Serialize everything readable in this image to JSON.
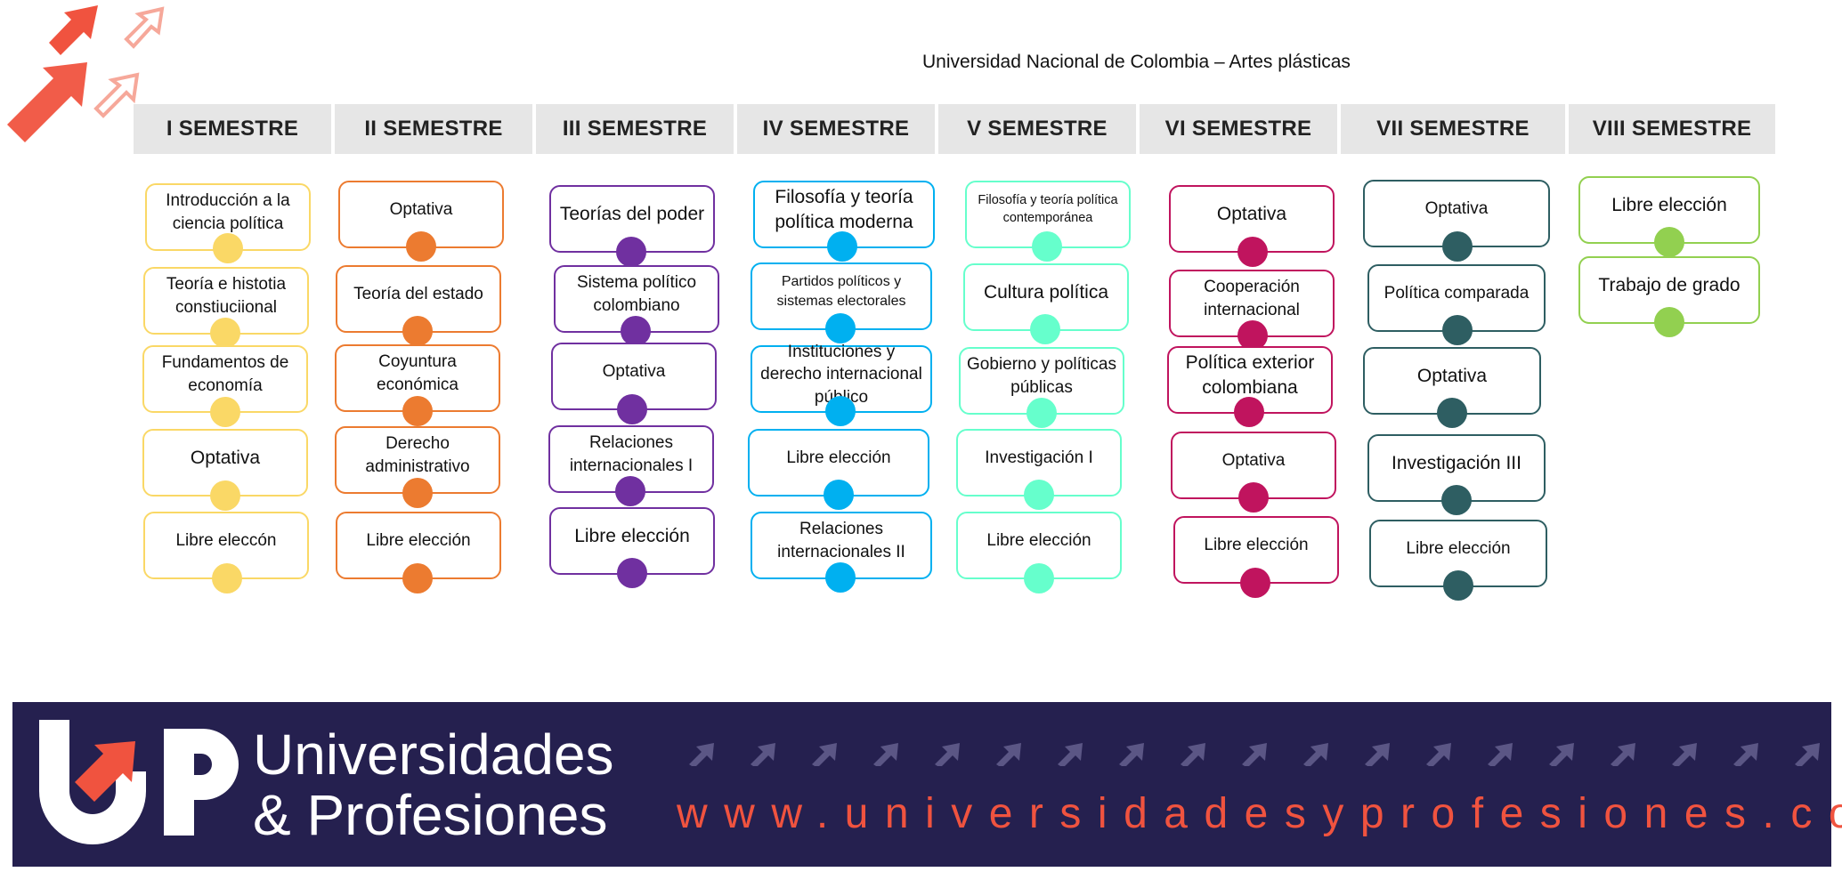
{
  "header": {
    "title": "Universidad Nacional de Colombia – Artes plásticas"
  },
  "semesters": [
    {
      "title": "I SEMESTRE",
      "color": "#fad866",
      "courses": [
        "Introducción a la ciencia política",
        "Teoría e histotia constiuciional",
        "Fundamentos de economía",
        "Optativa",
        "Libre eleccón"
      ]
    },
    {
      "title": "II SEMESTRE",
      "color": "#ec7b30",
      "courses": [
        "Optativa",
        "Teoría del estado",
        "Coyuntura económica",
        "Derecho administrativo",
        "Libre elección"
      ]
    },
    {
      "title": "III SEMESTRE",
      "color": "#7030a0",
      "courses": [
        "Teorías del poder",
        "Sistema político colombiano",
        "Optativa",
        "Relaciones internacionales I",
        "Libre elección"
      ]
    },
    {
      "title": "IV SEMESTRE",
      "color": "#00b0f0",
      "courses": [
        "Filosofía y teoría política moderna",
        "Partidos políticos y sistemas electorales",
        "Instituciones y derecho internacional público",
        "Libre elección",
        "Relaciones internacionales II"
      ]
    },
    {
      "title": "V SEMESTRE",
      "color": "#66ffcc",
      "courses": [
        "Filosofía y teoría política contemporánea",
        "Cultura política",
        "Gobierno y políticas públicas",
        "Investigación I",
        "Libre elección"
      ]
    },
    {
      "title": "VI SEMESTRE",
      "color": "#c0145e",
      "courses": [
        "Optativa",
        "Cooperación internacional",
        "Política exterior colombiana",
        "Optativa",
        "Libre elección"
      ]
    },
    {
      "title": "VII SEMESTRE",
      "color": "#2e5e62",
      "courses": [
        "Optativa",
        "Política comparada",
        "Optativa",
        "Investigación III",
        "Libre elección"
      ]
    },
    {
      "title": "VIII SEMESTRE",
      "color": "#92d050",
      "courses": [
        "Libre elección",
        "Trabajo de grado"
      ]
    }
  ],
  "footer": {
    "brand_line1": "Universidades",
    "brand_line2": "& Profesiones",
    "website": "www.universidadesyprofesiones.com",
    "logo_letters": "UP",
    "accent_color": "#f0533f",
    "background_color": "#25204f"
  }
}
